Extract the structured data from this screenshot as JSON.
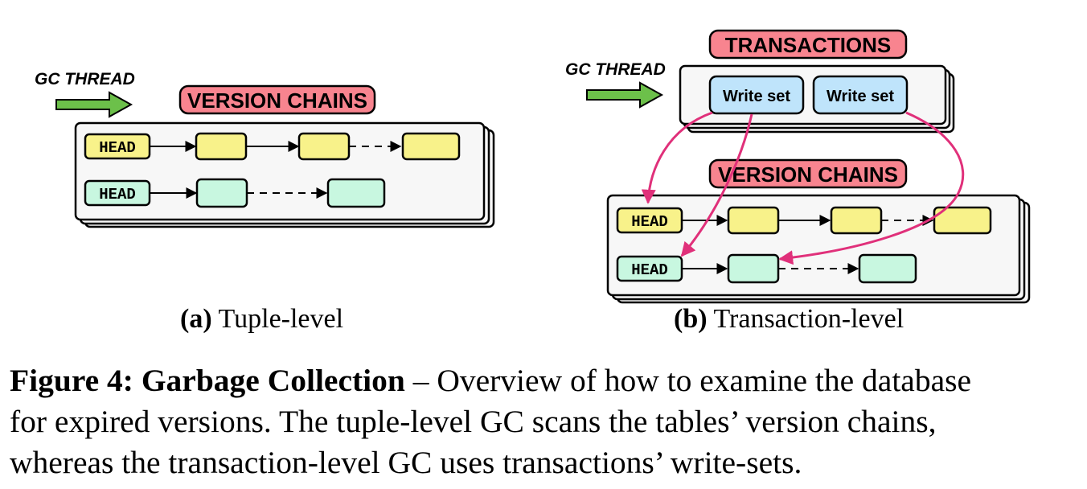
{
  "panel_a": {
    "gc_thread": "GC THREAD",
    "version_chains": "VERSION CHAINS",
    "head_1": "HEAD",
    "head_2": "HEAD",
    "label": "(a)",
    "title": "Tuple-level"
  },
  "panel_b": {
    "gc_thread": "GC THREAD",
    "transactions": "TRANSACTIONS",
    "write_set_1": "Write set",
    "write_set_2": "Write set",
    "version_chains": "VERSION CHAINS",
    "head_1": "HEAD",
    "head_2": "HEAD",
    "label": "(b)",
    "title": "Transaction-level"
  },
  "caption": {
    "figure_label": "Figure 4: Garbage Collection",
    "line1_rest": " – Overview of how to examine the database",
    "line2": "for expired versions. The tuple-level GC scans the tables’ version chains,",
    "line3": "whereas the transaction-level GC uses transactions’ write-sets."
  },
  "colors": {
    "yellow_version": "#f8f28a",
    "green_version": "#c8f7e0",
    "pink_label": "#f8848f",
    "blue_write_set": "#bfe4fb",
    "gc_arrow_green": "#6cc04a",
    "pointer_magenta": "#e0307a",
    "panel_fill": "#f7f7f7"
  }
}
